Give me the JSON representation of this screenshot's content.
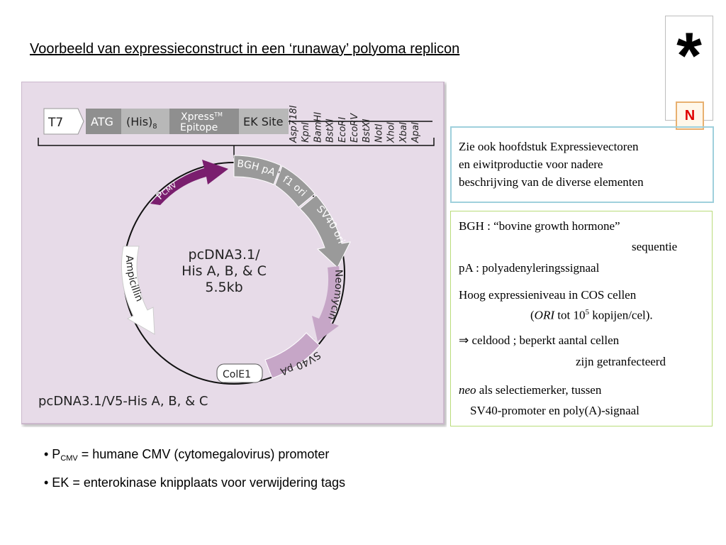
{
  "title": "Voorbeeld van expressieconstruct in een ‘runaway’ polyoma replicon",
  "badge": {
    "star": "*",
    "letter": "N"
  },
  "figure": {
    "linear": {
      "t7": "T7",
      "atg": "ATG",
      "his": "(His)",
      "his_sub": "8",
      "xpress": "Xpress",
      "xpress_tm": "TM",
      "epitope": "Epitope",
      "ek": "EK Site"
    },
    "sites": [
      "Asp718I",
      "KpnI",
      "BamHI",
      "BstXI",
      "EcoRI",
      "EcoRV",
      "BstXI",
      "NotI",
      "XhoI",
      "XbaI",
      "ApaI"
    ],
    "center": {
      "line1": "pcDNA3.1/",
      "line2": "His A, B, & C",
      "line3": "5.5kb"
    },
    "features": {
      "pcmv_p": "P",
      "pcmv_sub": "CMV",
      "bgh": "BGH pA",
      "f1": "f1 ori",
      "sv40ori": "SV40 ori",
      "neo": "Neomycin",
      "sv40pa": "SV40 pA",
      "cole1": "ColE1",
      "amp": "Ampicillin"
    },
    "caption": "pcDNA3.1/V5-His A, B, & C",
    "colors": {
      "panel": "#e7dbe8",
      "purple": "#7a1e6e",
      "grey": "#9a9a9a",
      "lavender": "#c6a6c7"
    }
  },
  "note1": {
    "lines": [
      "Zie ook hoofdstuk Expressievectoren",
      "en eiwitproductie voor nadere",
      "beschrijving van de diverse elementen"
    ]
  },
  "note2": {
    "bgh1": "BGH : “bovine growth hormone”",
    "bgh2": "sequentie",
    "pa": "pA : polyadenyleringssignaal",
    "hoog1": "Hoog expressieniveau in COS cellen",
    "hoog2_a": "(",
    "hoog2_ori": "ORI",
    "hoog2_b": " tot 10",
    "hoog2_sup": "5",
    "hoog2_c": " kopijen/cel).",
    "arrow_sym": "⇒",
    "celdood": " celdood ; beperkt aantal cellen",
    "getr": "zijn getranfecteerd",
    "neo_i": "neo",
    "neo_rest": " als selectiemerker, tussen",
    "sv40": "SV40-promoter en poly(A)-signaal"
  },
  "bullets": {
    "b1_pre": "• P",
    "b1_sub": "CMV",
    "b1_post": " = humane CMV (cytomegalovirus) promoter",
    "b2": "• EK = enterokinase knipplaats voor verwijdering tags"
  }
}
